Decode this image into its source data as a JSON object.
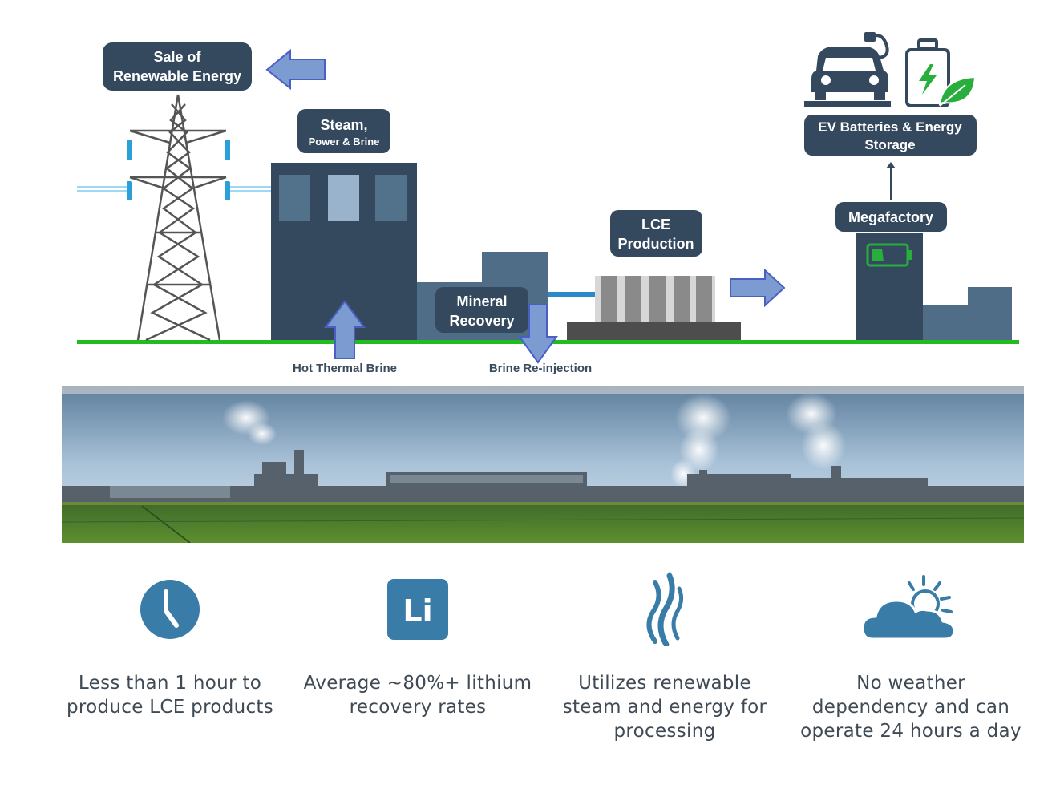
{
  "diagram": {
    "labels": {
      "sale_line1": "Sale of",
      "sale_line2": "Renewable Energy",
      "steam_line1": "Steam,",
      "steam_line2": "Power & Brine",
      "mineral_line1": "Mineral",
      "mineral_line2": "Recovery",
      "lce_line1": "LCE",
      "lce_line2": "Production",
      "megafactory": "Megafactory",
      "ev_line1": "EV Batteries & Energy",
      "ev_line2": "Storage"
    },
    "under_labels": {
      "hot_brine": "Hot Thermal Brine",
      "reinjection": "Brine Re-injection"
    },
    "colors": {
      "dark": "#34495e",
      "mid": "#4f6d86",
      "arrow": "#7b9bd1",
      "ground": "#22bb22",
      "insulator": "#2a9fd8",
      "green_icon": "#27ae3c"
    }
  },
  "features": [
    {
      "icon": "clock-icon",
      "text": "Less than 1 hour to produce LCE products"
    },
    {
      "icon": "lithium-icon",
      "icon_text": "Li",
      "text": "Average ~80%+ lithium recovery rates"
    },
    {
      "icon": "steam-icon",
      "text": "Utilizes renewable steam and energy for processing"
    },
    {
      "icon": "weather-icon",
      "text": "No weather dependency and can operate 24 hours a day"
    }
  ],
  "icon_color": "#3a7ca8"
}
